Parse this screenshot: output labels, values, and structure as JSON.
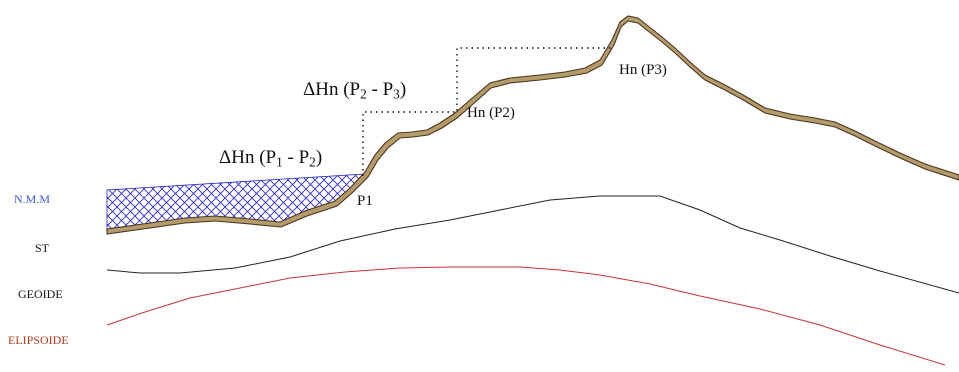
{
  "labels": {
    "nmm": "N.M.M",
    "st": "ST",
    "geoide": "GEOIDE",
    "elipsoide": "ELIPSOIDE",
    "p1": "P1",
    "hn_p2": "Hn (P2)",
    "hn_p3": "Hn  (P3)"
  },
  "delta_p1_p2": {
    "prefix": "ΔHn (P",
    "sub_a": "1",
    "mid": " - P",
    "sub_b": "2",
    "suffix": ")"
  },
  "delta_p2_p3": {
    "prefix": "ΔHn  (P",
    "sub_a": "2",
    "mid": " - P",
    "sub_b": "3",
    "suffix": ")"
  },
  "colors": {
    "nmm_label": "#3b5bd6",
    "elipsoide_label": "#b23a1e",
    "water_hatch": "#2222cc",
    "terrain_fill": "#b59a6a",
    "terrain_edge": "#4a3520",
    "st_line": "#222222",
    "ellipsoid_line": "#cc3333",
    "dotted": "#111111"
  }
}
